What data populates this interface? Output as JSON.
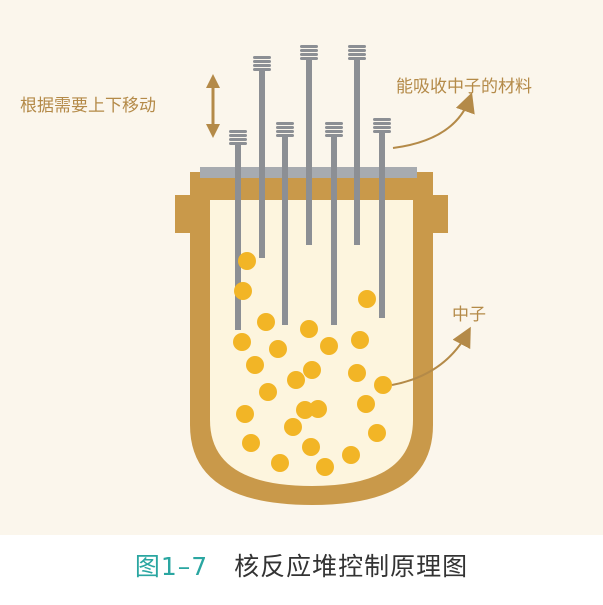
{
  "labels": {
    "move_label": "根据需要上下移动",
    "absorber_label": "能吸收中子的材料",
    "neutron_label": "中子"
  },
  "caption": {
    "figure_number": "图1–7",
    "title": "核反应堆控制原理图"
  },
  "colors": {
    "background": "#fbf6ec",
    "vessel": "#c9994a",
    "vessel_inner": "#fdf5de",
    "rod": "#8c8f94",
    "rod_holder": "#a7abb0",
    "neutron": "#f2b526",
    "label_text": "#b48a48",
    "caption_number": "#2aa6a1",
    "caption_title": "#333333"
  },
  "icons": {
    "move_indicator": "double-arrow-vertical-icon",
    "label_pointer": "curved-arrow-icon"
  }
}
